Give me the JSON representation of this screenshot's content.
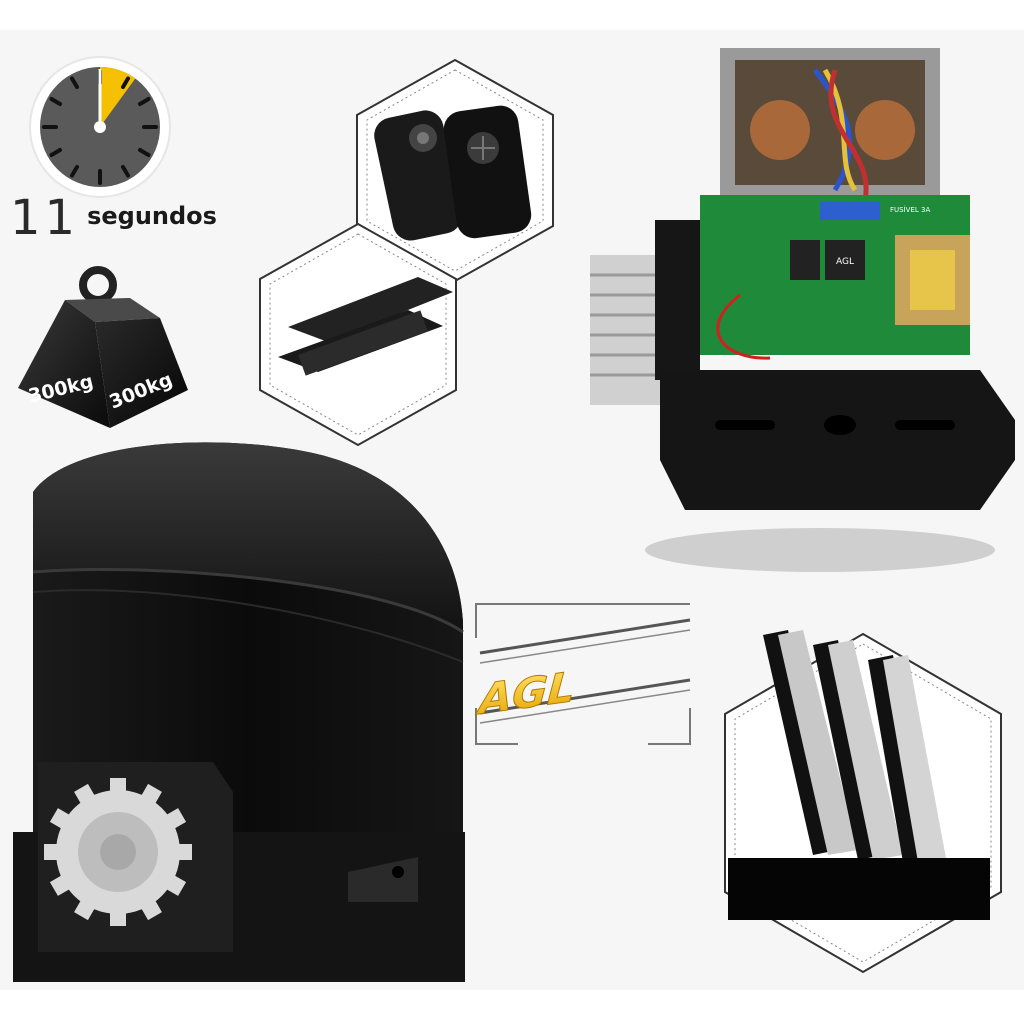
{
  "timer": {
    "value": "11",
    "unit": "segundos",
    "elapsed_fraction": 0.1
  },
  "weight": {
    "label_left": "300kg",
    "label_right": "300kg"
  },
  "brand": {
    "logo_text": "AGL"
  },
  "board": {
    "fuse_label": "FUSÍVEL 3A",
    "relay_label": "AGL"
  },
  "colors": {
    "accent": "#f5c000",
    "body": "#111111",
    "gear": "#d9d9d9"
  },
  "icons": [
    "stopwatch-icon",
    "weight-icon",
    "remote-control-icon",
    "bracket-icon",
    "gear-rack-icon"
  ]
}
